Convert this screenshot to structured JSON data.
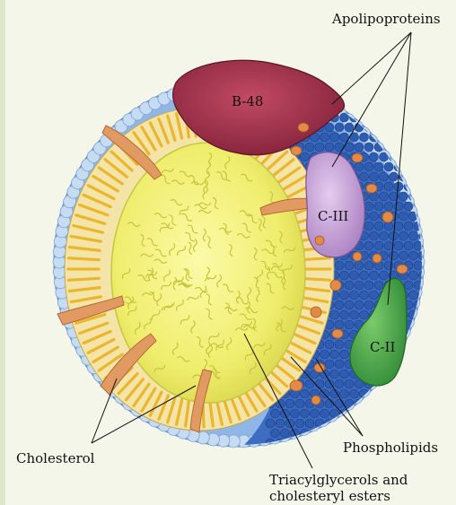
{
  "labels": {
    "apolipoproteins": "Apolipoproteins",
    "b48": "B-48",
    "c3": "C-III",
    "c2": "C-II",
    "cholesterol": "Cholesterol",
    "phospholipids": "Phospholipids",
    "triacyl_line1": "Triacylglycerols and",
    "triacyl_line2": "cholesteryl esters"
  },
  "colors": {
    "background": "#f4f6ea",
    "phospholipid_head_light": "#b9d3ef",
    "phospholipid_head_blue": "#3f6fc4",
    "phospholipid_tail": "#f2c94a",
    "core": "#f3f27a",
    "cholesterol": "#e09a62",
    "b48": "#a8324f",
    "c3": "#c9a4d6",
    "c2": "#4faa4e"
  }
}
